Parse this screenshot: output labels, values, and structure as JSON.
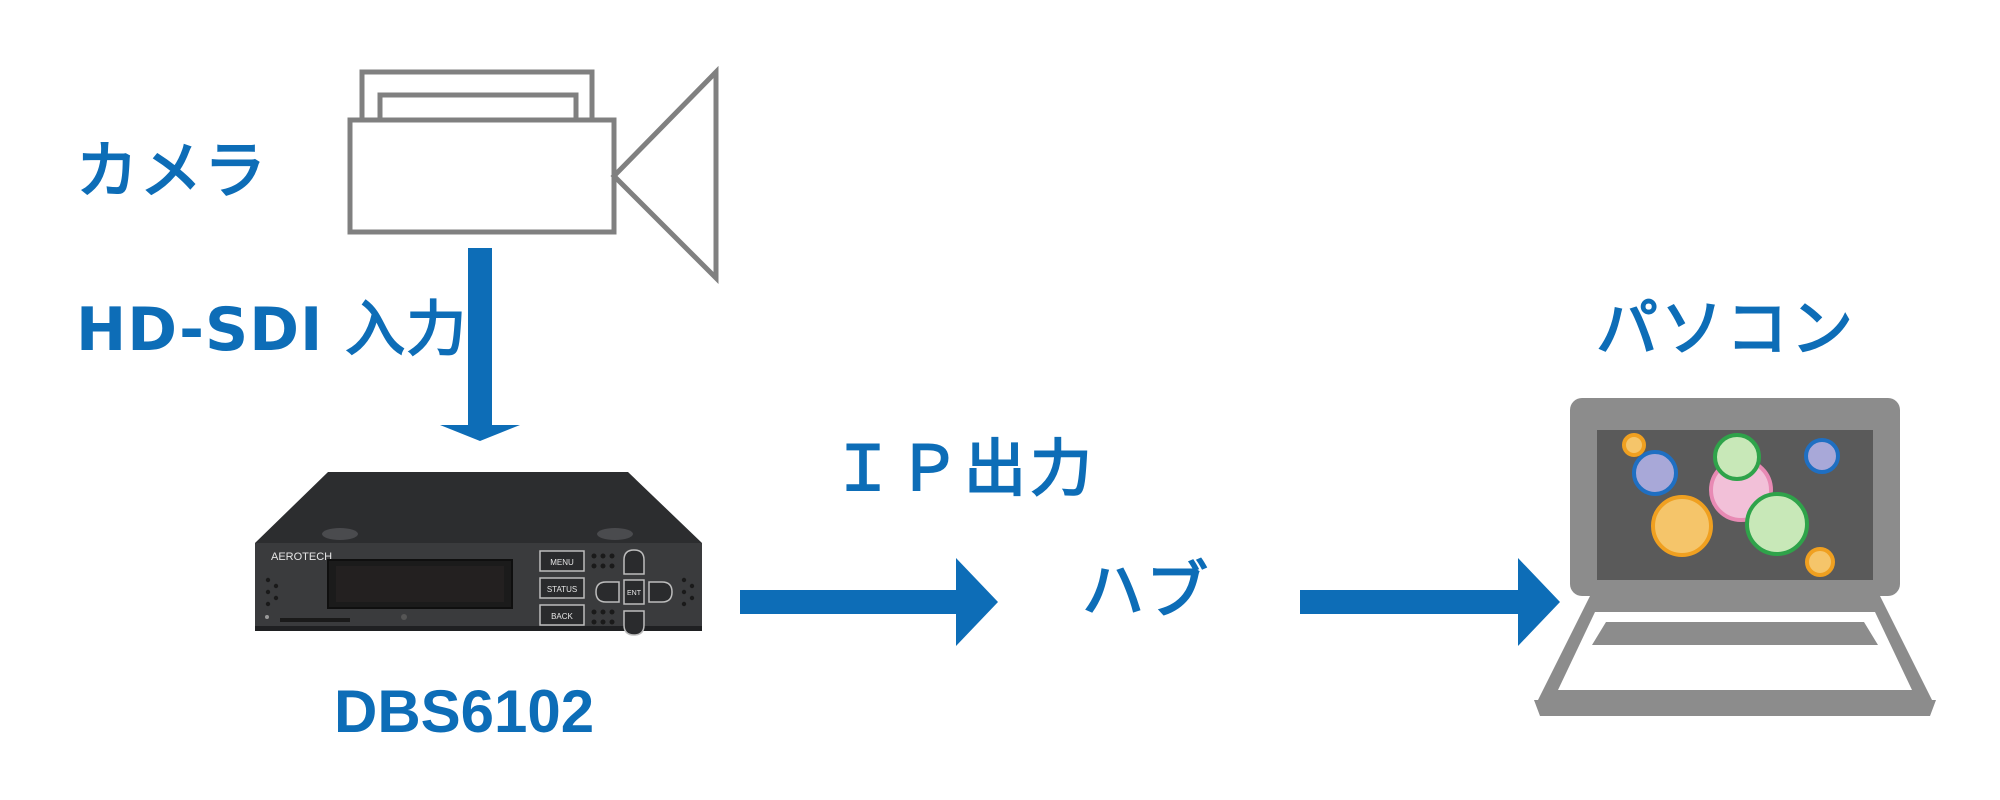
{
  "labels": {
    "camera": "カメラ",
    "input": "HD-SDI 入力",
    "device": "DBS6102",
    "ip_output": "ＩＰ出力",
    "hub": "ハブ",
    "pc": "パソコン"
  },
  "device_panel": {
    "brand": "AEROTECH",
    "menu_button": "MENU",
    "status_button": "STATUS",
    "back_button": "BACK",
    "enter_button": "ENT"
  },
  "colors": {
    "accent": "#0d6db7",
    "outline_gray": "#808080",
    "device_body": "#3a3b3d",
    "laptop_frame": "#8c8c8c",
    "laptop_screen": "#5a5a5a"
  }
}
